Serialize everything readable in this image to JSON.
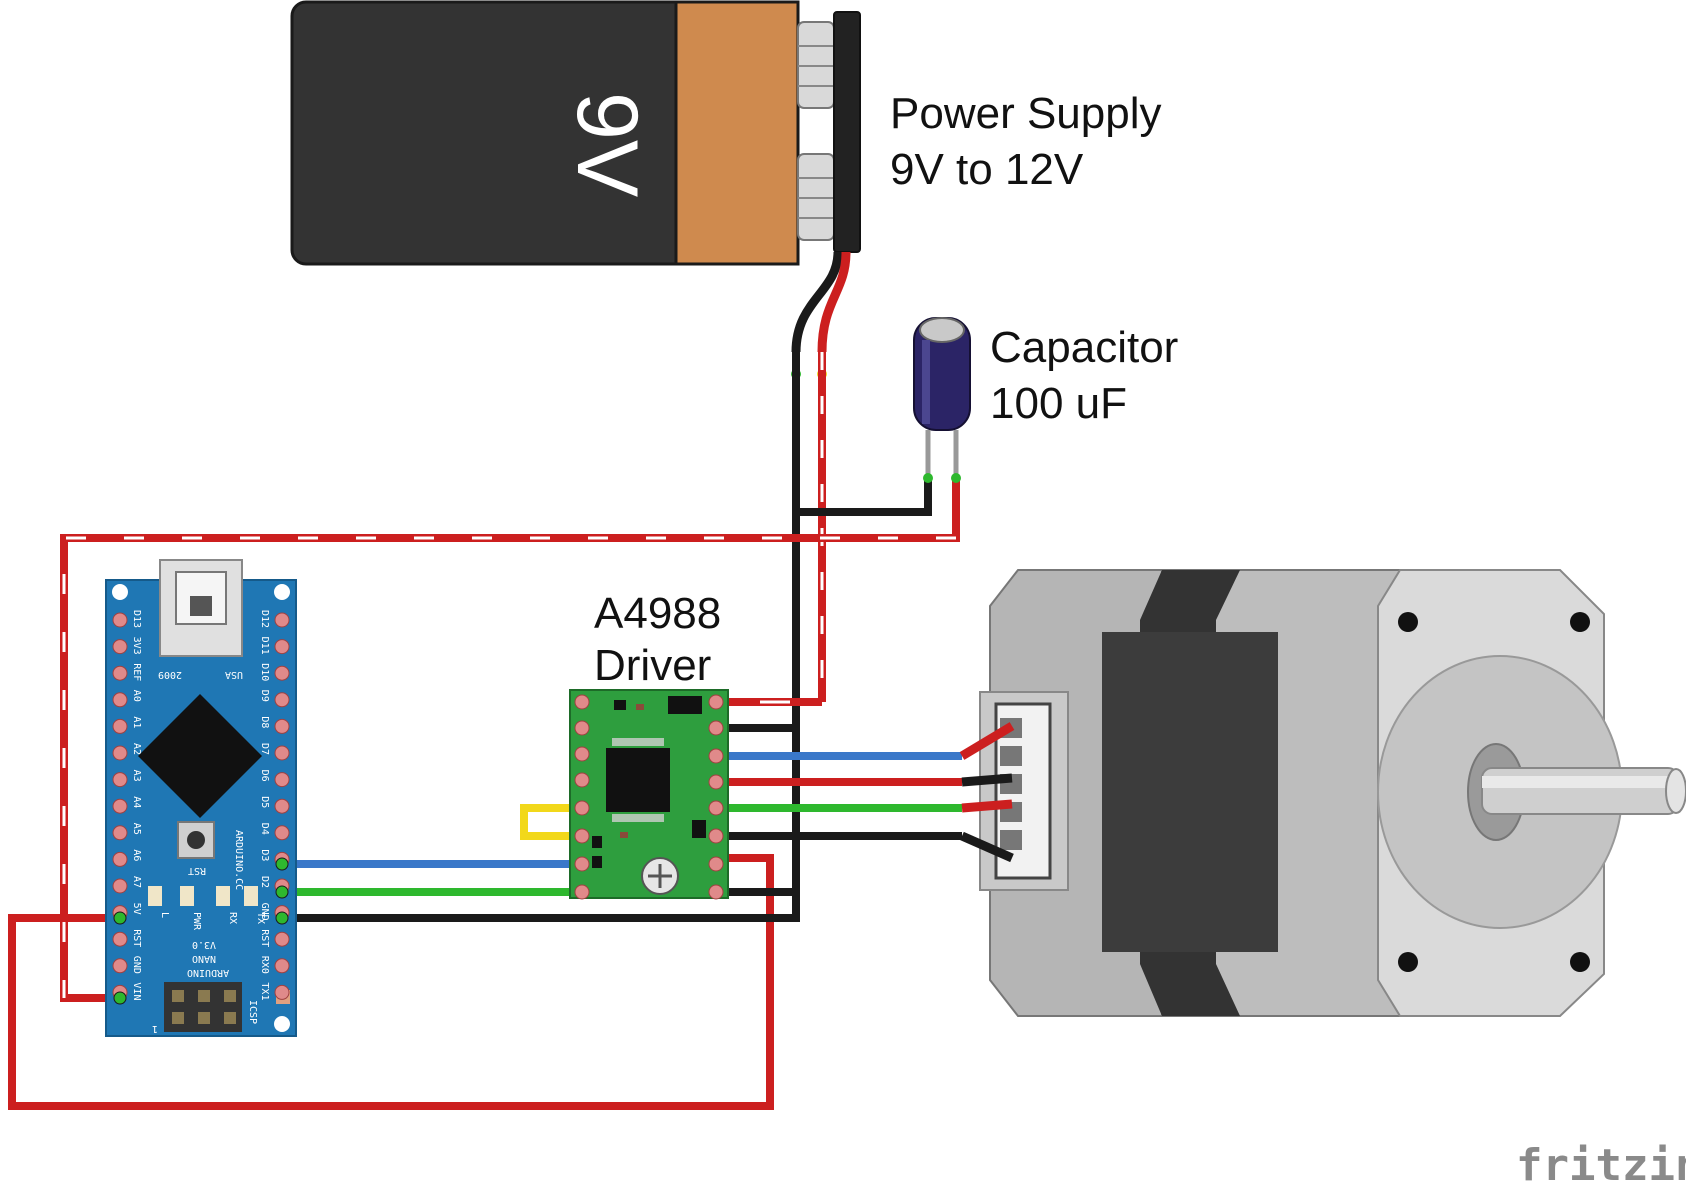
{
  "battery": {
    "label": "9V",
    "colors": {
      "body": "#333333",
      "band": "#cf8a4e",
      "terminal": "#d6d6d6"
    }
  },
  "power_supply": {
    "line1": "Power Supply",
    "line2": "9V to 12V"
  },
  "capacitor": {
    "line1": "Capacitor",
    "line2": "100 uF"
  },
  "driver": {
    "line1": "A4988",
    "line2": "Driver"
  },
  "arduino": {
    "board_lines": [
      "ARDUINO",
      "NANO",
      "V3.0"
    ],
    "usb_text": "USA",
    "year_text": "2009",
    "website": "ARDUINO.CC",
    "reset_label": "RST",
    "icsp_label": "ICSP",
    "pin1_label": "1",
    "left_pins": [
      "D13",
      "3V3",
      "REF",
      "A0",
      "A1",
      "A2",
      "A3",
      "A4",
      "A5",
      "A6",
      "A7",
      "5V",
      "RST",
      "GND",
      "VIN"
    ],
    "right_pins": [
      "D12",
      "D11",
      "D10",
      "D9",
      "D8",
      "D7",
      "D6",
      "D5",
      "D4",
      "D3",
      "D2",
      "GND",
      "RST",
      "RX0",
      "TX1"
    ],
    "leds": [
      "L",
      "PWR",
      "RX",
      "TX"
    ]
  },
  "watermark": "fritzing",
  "colors": {
    "wire_red": "#cc1f1f",
    "wire_black": "#1a1a1a",
    "wire_blue": "#3a78c9",
    "wire_green": "#2eb82e",
    "wire_yellow": "#f2d81a",
    "board_blue": "#1f77b4",
    "driver_green": "#2e9e3e"
  }
}
